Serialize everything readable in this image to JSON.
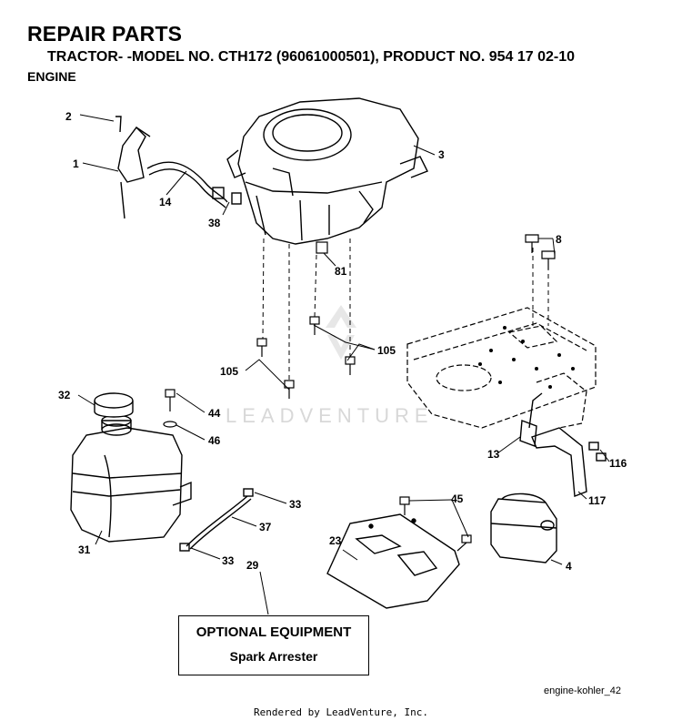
{
  "header": {
    "title": "REPAIR PARTS",
    "subtitle": "TRACTOR- -MODEL NO. CTH172 (96061000501), PRODUCT NO. 954 17 02-10",
    "section": "ENGINE"
  },
  "parts": {
    "p1": "1",
    "p2": "2",
    "p3": "3",
    "p4": "4",
    "p8": "8",
    "p13": "13",
    "p14": "14",
    "p23": "23",
    "p29": "29",
    "p31": "31",
    "p32": "32",
    "p33a": "33",
    "p33b": "33",
    "p37": "37",
    "p38": "38",
    "p44": "44",
    "p45": "45",
    "p46": "46",
    "p81": "81",
    "p105a": "105",
    "p105b": "105",
    "p116": "116",
    "p117": "117"
  },
  "optional_equipment": {
    "title": "OPTIONAL EQUIPMENT",
    "item": "Spark Arrester"
  },
  "watermark": "LEADVENTURE",
  "diagram_id": "engine-kohler_42",
  "footer": "Rendered by LeadVenture, Inc."
}
